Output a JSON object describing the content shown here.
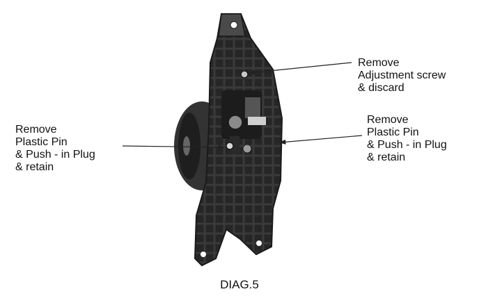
{
  "diagram": {
    "caption": "DIAG.5",
    "callouts": [
      {
        "id": "adjustment-screw",
        "lines": [
          "Remove",
          "Adjustment screw",
          "& discard"
        ]
      },
      {
        "id": "plastic-pin-left",
        "lines": [
          "Remove",
          "Plastic Pin",
          "& Push - in Plug",
          "& retain"
        ]
      },
      {
        "id": "plastic-pin-right",
        "lines": [
          "Remove",
          "Plastic Pin",
          "& Push - in Plug",
          "& retain"
        ]
      }
    ]
  },
  "colors": {
    "part_dark": "#2a2a2a",
    "part_mid": "#4a4a4a",
    "part_light": "#8a8a8a",
    "text": "#111111",
    "arrow": "#222222"
  }
}
